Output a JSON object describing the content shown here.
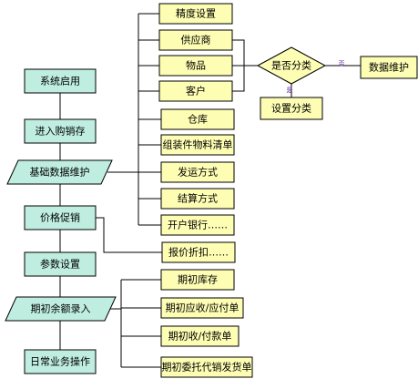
{
  "colors": {
    "flow_fill": "#bfeee0",
    "module_fill": "#fdfdb4",
    "stroke": "#000000",
    "label_yes": "#6a2da0",
    "label_no": "#6a2da0"
  },
  "main_flow": [
    {
      "id": "system-start",
      "label": "系统启用",
      "shape": "rect"
    },
    {
      "id": "enter-psi",
      "label": "进入购销存",
      "shape": "rect"
    },
    {
      "id": "basic-data",
      "label": "基础数据维护",
      "shape": "parallelogram"
    },
    {
      "id": "price-promo",
      "label": "价格促销",
      "shape": "rect"
    },
    {
      "id": "param-setup",
      "label": "参数设置",
      "shape": "rect"
    },
    {
      "id": "opening-balance",
      "label": "期初余额录入",
      "shape": "parallelogram"
    },
    {
      "id": "daily-ops",
      "label": "日常业务操作",
      "shape": "rect"
    }
  ],
  "basic_data_items": [
    {
      "id": "precision",
      "label": "精度设置"
    },
    {
      "id": "supplier",
      "label": "供应商"
    },
    {
      "id": "goods",
      "label": "物品"
    },
    {
      "id": "customer",
      "label": "客户"
    },
    {
      "id": "warehouse",
      "label": "仓库"
    },
    {
      "id": "bom",
      "label": "组装件物料清单"
    },
    {
      "id": "shipping",
      "label": "发运方式"
    },
    {
      "id": "settlement",
      "label": "结算方式"
    },
    {
      "id": "bank",
      "label": "开户银行……"
    }
  ],
  "price_items": [
    {
      "id": "discount",
      "label": "报价折扣……"
    }
  ],
  "opening_items": [
    {
      "id": "opening-stock",
      "label": "期初库存"
    },
    {
      "id": "opening-ar-ap",
      "label": "期初应收/应付单"
    },
    {
      "id": "opening-receipt-payment",
      "label": "期初收/付款单"
    },
    {
      "id": "opening-consignment",
      "label": "期初委托代销发货单"
    }
  ],
  "decision": {
    "label": "是否分类",
    "yes_label": "是",
    "no_label": "否"
  },
  "decision_targets": {
    "yes": "设置分类",
    "no": "数据维护"
  }
}
